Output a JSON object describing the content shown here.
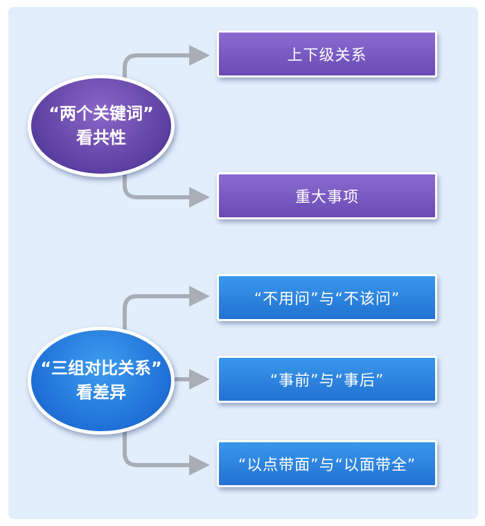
{
  "groups": [
    {
      "label_line1": "“两个关键词”",
      "label_line2": "看共性",
      "color": "#6a4bb5",
      "items": [
        "上下级关系",
        "重大事项"
      ]
    },
    {
      "label_line1": "“三组对比关系”",
      "label_line2": "看差异",
      "color": "#2272d2",
      "items": [
        "“不用问”与“不该问”",
        "“事前”与“事后”",
        "“以点带面”与“以面带全”"
      ]
    }
  ],
  "colors": {
    "background": "#e3eefc",
    "connector": "#a9aeb6"
  }
}
